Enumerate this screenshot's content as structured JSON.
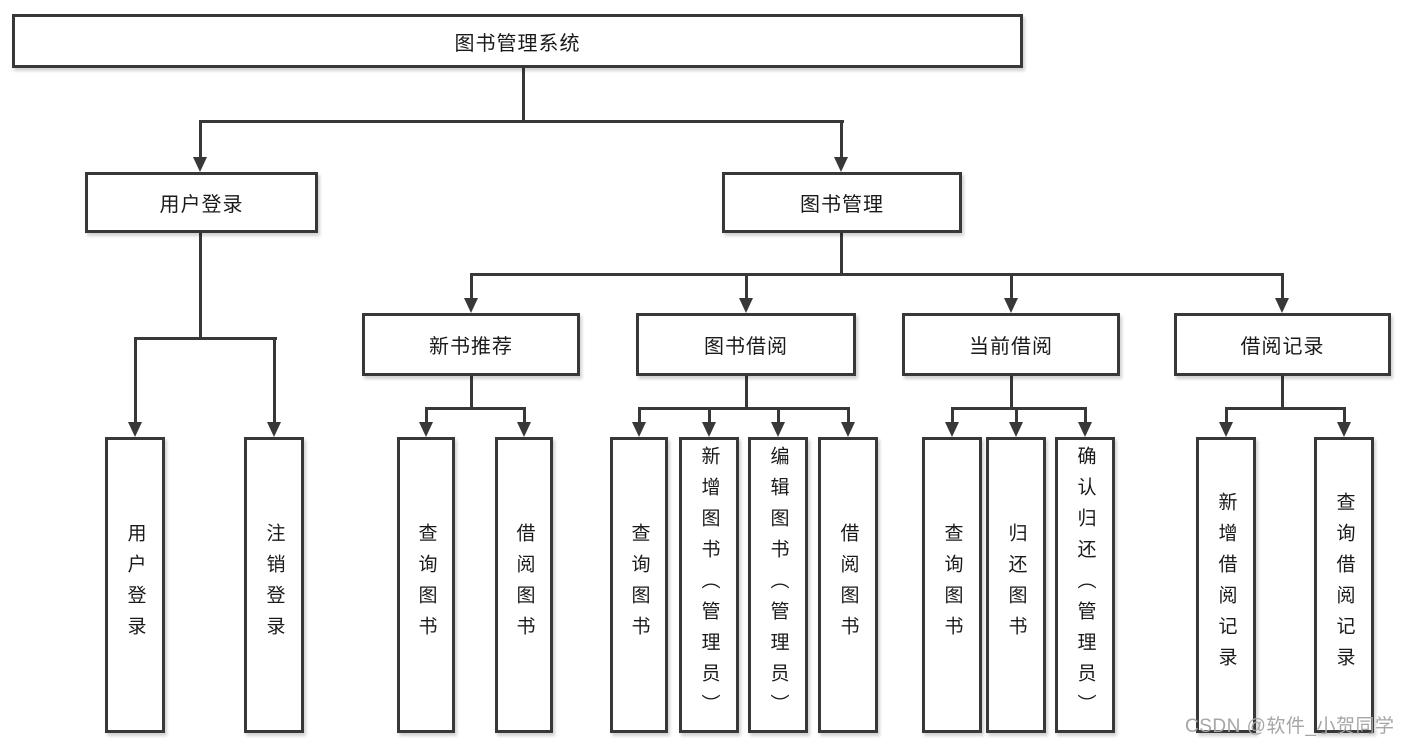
{
  "diagram": {
    "root": {
      "label": "图书管理系统"
    },
    "branches": [
      {
        "label": "用户登录",
        "children": [
          {
            "label": "用户登录"
          },
          {
            "label": "注销登录"
          }
        ]
      },
      {
        "label": "图书管理",
        "children": [
          {
            "label": "新书推荐",
            "children": [
              {
                "label": "查询图书"
              },
              {
                "label": "借阅图书"
              }
            ]
          },
          {
            "label": "图书借阅",
            "children": [
              {
                "label": "查询图书"
              },
              {
                "label": "新增图书（管理员）"
              },
              {
                "label": "编辑图书（管理员）"
              },
              {
                "label": "借阅图书"
              }
            ]
          },
          {
            "label": "当前借阅",
            "children": [
              {
                "label": "查询图书"
              },
              {
                "label": "归还图书"
              },
              {
                "label": "确认归还（管理员）"
              }
            ]
          },
          {
            "label": "借阅记录",
            "children": [
              {
                "label": "新增借阅记录"
              },
              {
                "label": "查询借阅记录"
              }
            ]
          }
        ]
      }
    ]
  },
  "watermark": {
    "text": "CSDN @软件_小贺同学"
  },
  "colors": {
    "line": "#383838",
    "box_border": "#383838",
    "text": "#1a1a1a",
    "watermark": "#a6a6a6",
    "background": "#ffffff"
  }
}
